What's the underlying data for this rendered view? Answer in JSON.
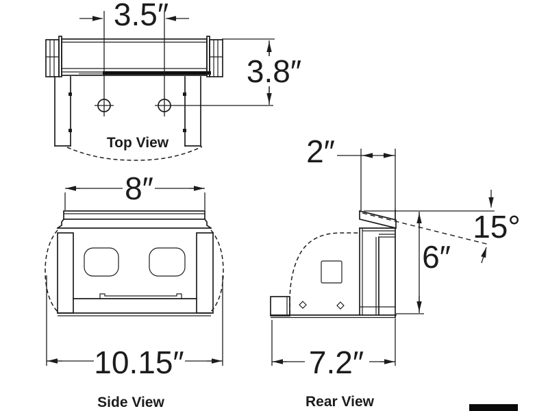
{
  "drawing": {
    "line_color": "#1c1c1c",
    "views": {
      "top": {
        "label": "Top View",
        "hole_spacing": "3.5″",
        "depth_to_hole_centers": "3.8″"
      },
      "side": {
        "label": "Side View",
        "top_width": "8″",
        "overall_width": "10.15″"
      },
      "rear": {
        "label": "Rear View",
        "channel_width": "2″",
        "flap_angle": "15°",
        "height": "6″",
        "overall_depth": "7.2″"
      }
    }
  }
}
